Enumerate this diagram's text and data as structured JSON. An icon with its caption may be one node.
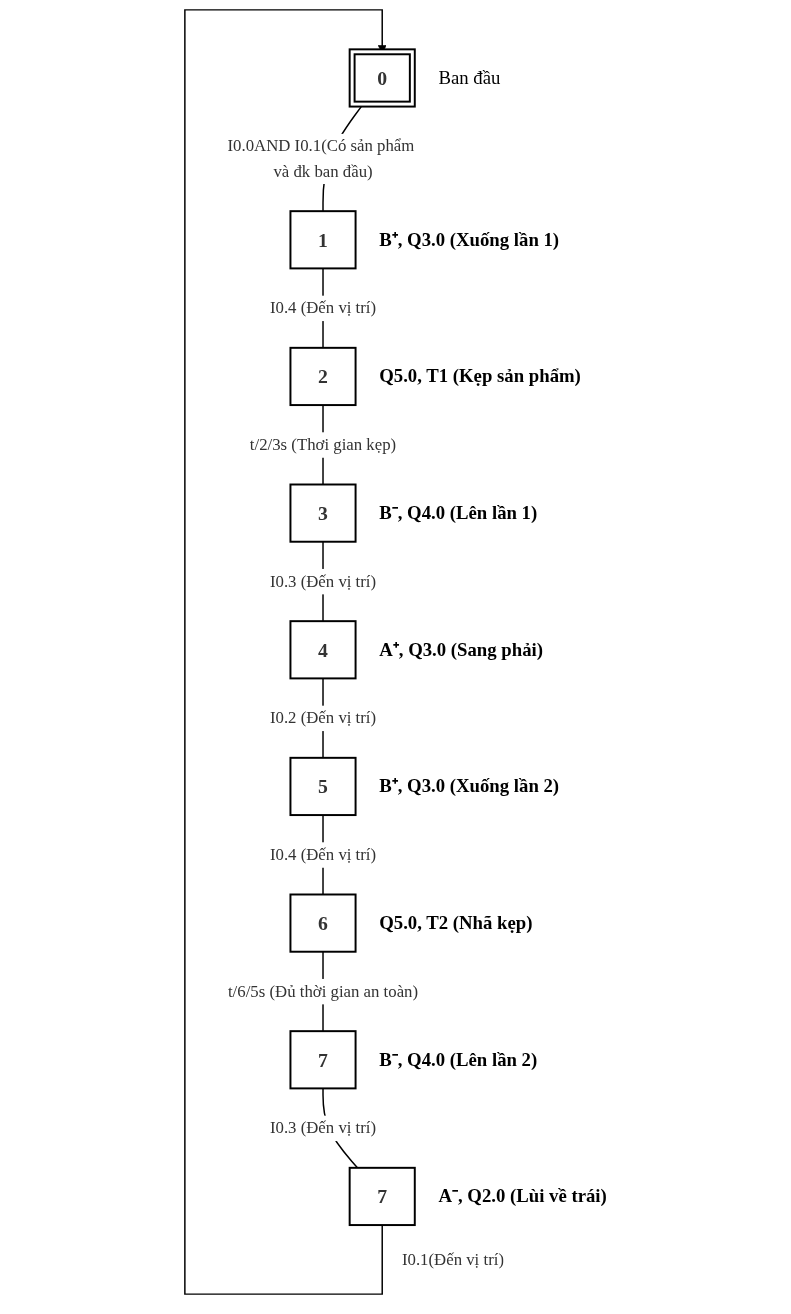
{
  "diagram": {
    "nodes": [
      {
        "text": [
          "0"
        ],
        "beside": [
          "Ban đầu"
        ]
      },
      {
        "text": [
          "1"
        ],
        "beside": [
          "B⁺, Q3.0 (Xuống lần 1)"
        ]
      },
      {
        "text": [
          "2"
        ],
        "beside": [
          "Q5.0, T1 (Kẹp sản phẩm)"
        ]
      },
      {
        "text": [
          "3"
        ],
        "beside": [
          "B⁻, Q4.0 (Lên lần 1)"
        ]
      },
      {
        "text": [
          "4"
        ],
        "beside": [
          "A⁺, Q3.0 (Sang phải)"
        ]
      },
      {
        "text": [
          "5"
        ],
        "beside": [
          "B⁺, Q3.0 (Xuống lần 2)"
        ]
      },
      {
        "text": [
          "6"
        ],
        "beside": [
          "Q5.0, T2 (Nhã kẹp)"
        ]
      },
      {
        "text": [
          "7"
        ],
        "beside": [
          "B⁻, Q4.0 (Lên lần 2)"
        ]
      },
      {
        "text": [
          "7"
        ],
        "beside": [
          "A⁻, Q2.0 (Lùi về trái)"
        ]
      }
    ],
    "edges": [
      {
        "from": 0,
        "to": 1,
        "arrow": "none",
        "label": "I0.0AND I0.1(Có sản phẩm và đk ban đầu)"
      },
      {
        "from": 1,
        "to": 2,
        "arrow": "none",
        "label": "I0.4 (Đến vị trí)"
      },
      {
        "from": 2,
        "to": 3,
        "arrow": "none",
        "label": "t/2/3s (Thơi gian kẹp)"
      },
      {
        "from": 3,
        "to": 4,
        "arrow": "none",
        "label": "I0.3 (Đến vị trí)"
      },
      {
        "from": 4,
        "to": 5,
        "arrow": "none",
        "label": "I0.2 (Đến vị trí)"
      },
      {
        "from": 5,
        "to": 6,
        "arrow": "none",
        "label": "I0.4 (Đến vị trí)"
      },
      {
        "from": 6,
        "to": 7,
        "arrow": "none",
        "label": "t/6/5s (Đủ thời gian an toàn)"
      },
      {
        "from": 7,
        "to": 8,
        "arrow": "none",
        "label": "I0.3 (Đến vị trí)"
      },
      {
        "from": 8,
        "to": 0,
        "arrow": "to",
        "label": "I0.1(Đến vị trí)"
      }
    ]
  }
}
